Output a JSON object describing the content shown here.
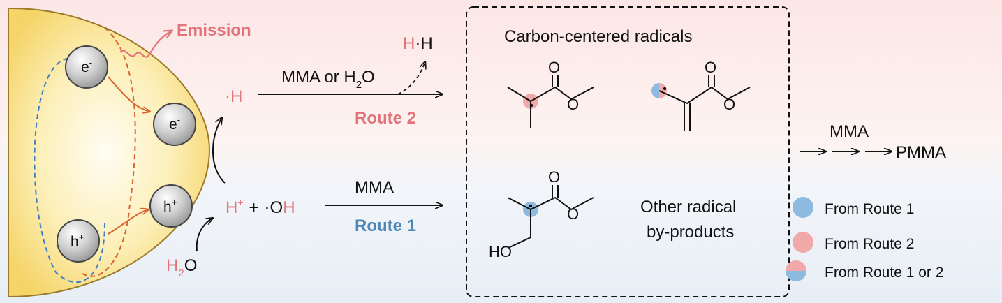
{
  "colors": {
    "red_text": "#e2737a",
    "blue_text": "#4b87b5",
    "dark": "#111111",
    "particle": "#b8b8b8",
    "semiconductor": "#f7db7a",
    "route1_dot": "#8fbadf",
    "route2_dot": "#f0a8a8",
    "path_red": "#d9622f",
    "path_blue": "#3f7fc4"
  },
  "semiconductor": {
    "emission": "Emission",
    "particles": [
      {
        "label": "e",
        "sup": "-"
      },
      {
        "label": "e",
        "sup": "-"
      },
      {
        "label": "h",
        "sup": "+"
      },
      {
        "label": "h",
        "sup": "+"
      }
    ]
  },
  "species": {
    "h_radical": "·H",
    "h_plus": "H",
    "h_plus_sup": "+",
    "plus": "+",
    "oh_dot": "·O",
    "oh_h": "H",
    "water_h": "H",
    "water_sub": "2",
    "water_o": "O",
    "hh_left": "H",
    "hh_right": "·H"
  },
  "route2": {
    "reagent_main": "MMA or H",
    "reagent_sub": "2",
    "reagent_end": "O",
    "label": "Route 2"
  },
  "route1": {
    "reagent": "MMA",
    "label": "Route 1"
  },
  "box": {
    "title": "Carbon-centered radicals",
    "other_line1": "Other radical",
    "other_line2": "by-products",
    "o_label": "O",
    "ho_label": "HO"
  },
  "product": {
    "reagent": "MMA",
    "name": "PMMA"
  },
  "legend": [
    {
      "label": "From Route 1",
      "kind": "route1"
    },
    {
      "label": "From Route 2",
      "kind": "route2"
    },
    {
      "label": "From Route 1 or 2",
      "kind": "both"
    }
  ]
}
